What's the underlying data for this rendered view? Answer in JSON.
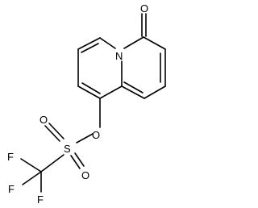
{
  "molecule": {
    "atoms": [
      {
        "id": "O_ketone",
        "label": "O"
      },
      {
        "id": "N_ring",
        "label": "N"
      },
      {
        "id": "O_ester",
        "label": "O"
      },
      {
        "id": "S",
        "label": "S"
      },
      {
        "id": "O_s1",
        "label": "O"
      },
      {
        "id": "O_s2",
        "label": "O"
      },
      {
        "id": "F1",
        "label": "F"
      },
      {
        "id": "F2",
        "label": "F"
      },
      {
        "id": "F3",
        "label": "F"
      }
    ]
  },
  "colors": {
    "bond": "#000000",
    "label": "#000000",
    "background": "#ffffff"
  }
}
